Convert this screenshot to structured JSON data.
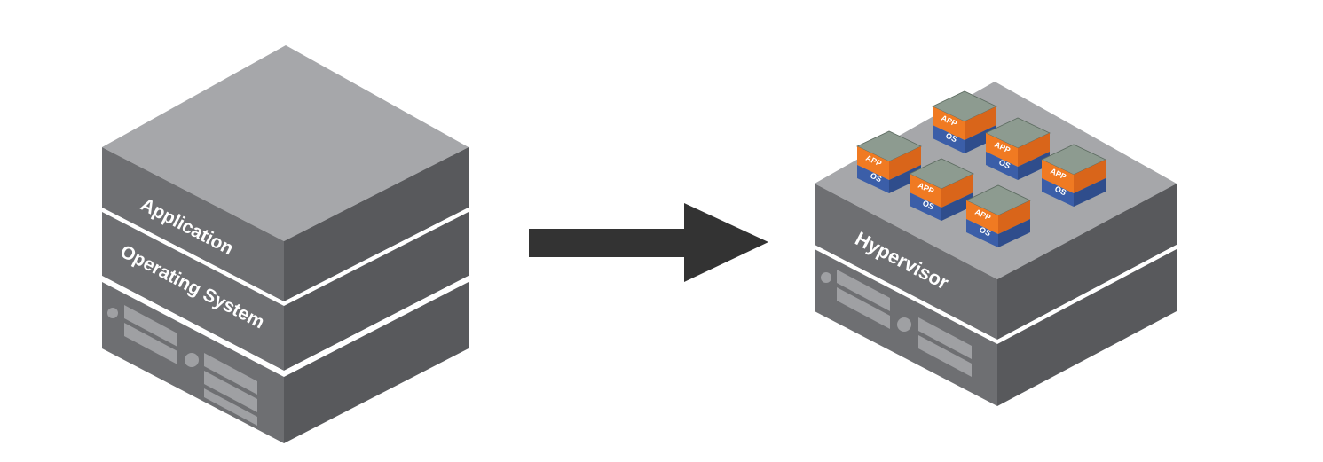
{
  "left_stack": {
    "application_label": "Application",
    "os_label": "Operating System"
  },
  "right_stack": {
    "hypervisor_label": "Hypervisor",
    "vms": [
      {
        "app_label": "APP",
        "os_label": "OS"
      },
      {
        "app_label": "APP",
        "os_label": "OS"
      },
      {
        "app_label": "APP",
        "os_label": "OS"
      },
      {
        "app_label": "APP",
        "os_label": "OS"
      },
      {
        "app_label": "APP",
        "os_label": "OS"
      },
      {
        "app_label": "APP",
        "os_label": "OS"
      }
    ]
  },
  "colors": {
    "top_face": "#a6a7aa",
    "left_face": "#6e6f72",
    "right_face": "#58595c",
    "server_detail": "#9fa0a3",
    "arrow": "#333333",
    "vm_app": "#f07a22",
    "vm_os": "#3b5ea8",
    "vm_top": "#8d9b90"
  }
}
